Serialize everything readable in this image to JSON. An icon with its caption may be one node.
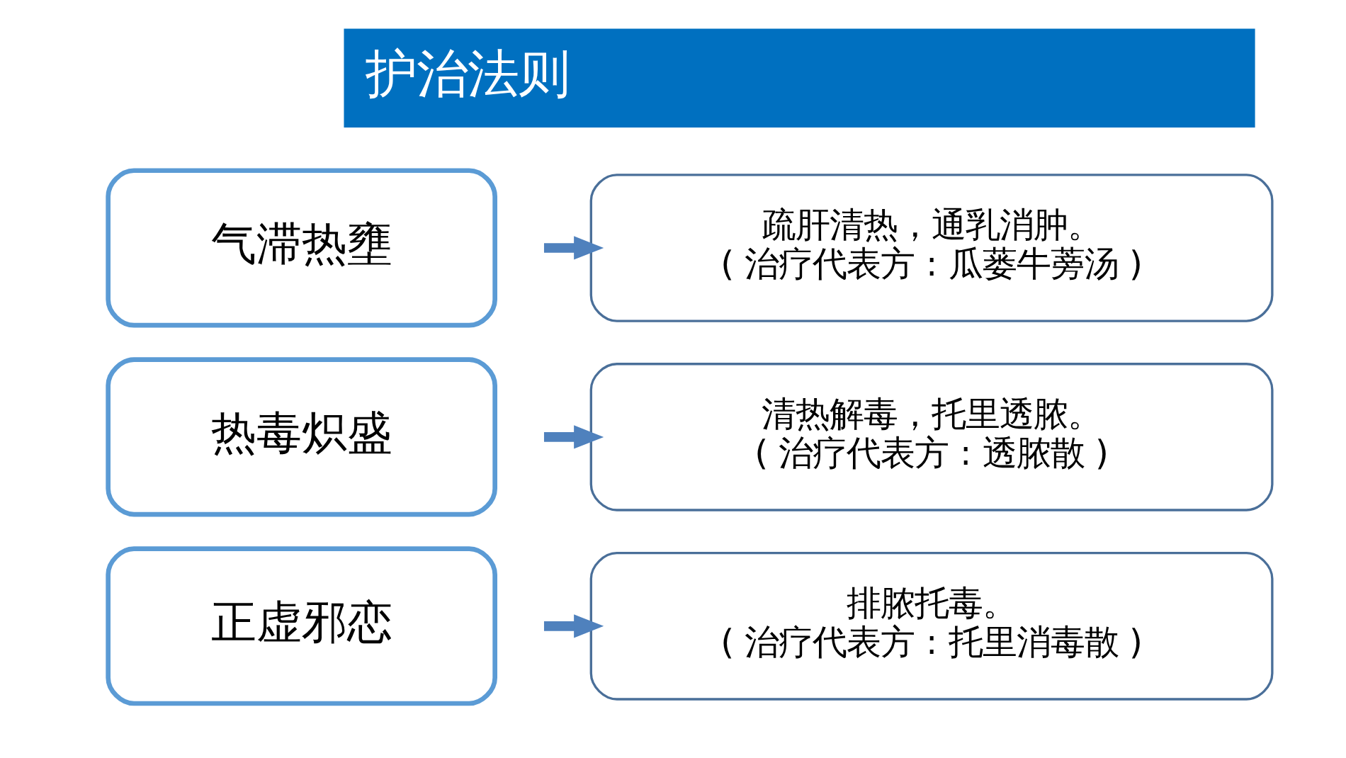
{
  "diagram": {
    "title": "护治法则",
    "nodes": [
      {
        "text": [
          "气滞热壅"
        ]
      },
      {
        "text": [
          "热毒炽盛"
        ]
      },
      {
        "text": [
          "正虚邪恋"
        ]
      },
      {
        "text": [
          "疏肝清热，通乳消肿。",
          "( 治疗代表方 : 瓜蒌牛蒡汤 )"
        ]
      },
      {
        "text": [
          "清热解毒，托里透脓。",
          "( 治疗代表方 : 透脓散 )"
        ]
      },
      {
        "text": [
          "排脓托毒。",
          "( 治疗代表方 : 托里消毒散 )"
        ]
      }
    ],
    "edges": [
      {
        "from": null,
        "to": 3,
        "arrow": "to"
      },
      {
        "from": null,
        "to": 4,
        "arrow": "to"
      },
      {
        "from": null,
        "to": 5,
        "arrow": "to"
      }
    ]
  }
}
